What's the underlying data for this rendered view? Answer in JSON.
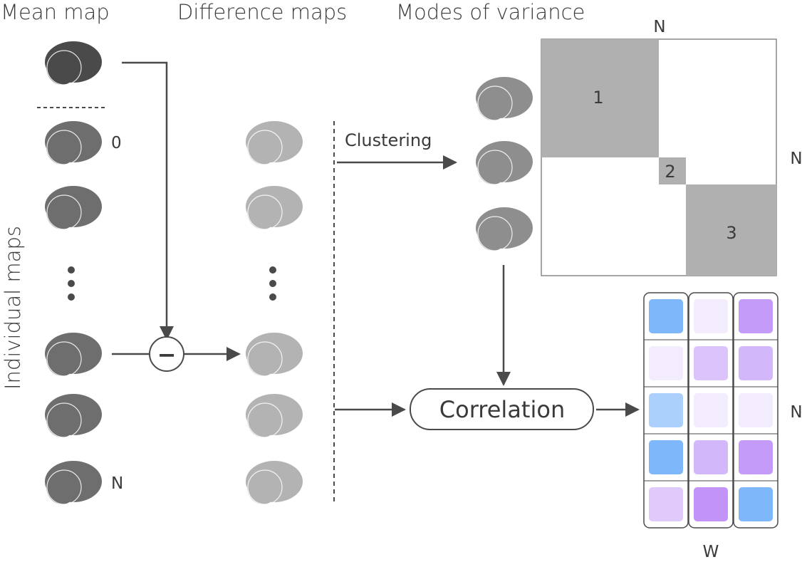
{
  "headers": {
    "mean_map": "Mean map",
    "difference_maps": "Difference maps",
    "modes_of_variance": "Modes of variance"
  },
  "side_label": "Individual maps",
  "map_index_labels": {
    "first": "0",
    "last": "N"
  },
  "minus_symbol": "−",
  "clustering_label": "Clustering",
  "correlation_label": "Correlation",
  "cluster_matrix": {
    "top_label": "N",
    "side_label": "N",
    "blocks": [
      "1",
      "2",
      "3"
    ]
  },
  "weight_matrix": {
    "side_label": "N",
    "bottom_label": "W",
    "cells": [
      [
        "#7fb7fb",
        "#f2ecfd",
        "#c49bf9"
      ],
      [
        "#f2ecfd",
        "#dbc4fb",
        "#d2b8fb"
      ],
      [
        "#abd0fb",
        "#f2ecfd",
        "#f2ecfd"
      ],
      [
        "#7fb7fb",
        "#d2b8fb",
        "#c49bf9"
      ],
      [
        "#dfcafb",
        "#c294f8",
        "#7fb7fb"
      ]
    ]
  },
  "colors": {
    "mean_blob": "#4a4a4a",
    "individual_blob": "#6e6e6e",
    "difference_blob": "#b3b3b3",
    "mode_blob": "#8e8e8e",
    "cluster_block": "#b0b0b0",
    "line": "#4a4a4a"
  }
}
